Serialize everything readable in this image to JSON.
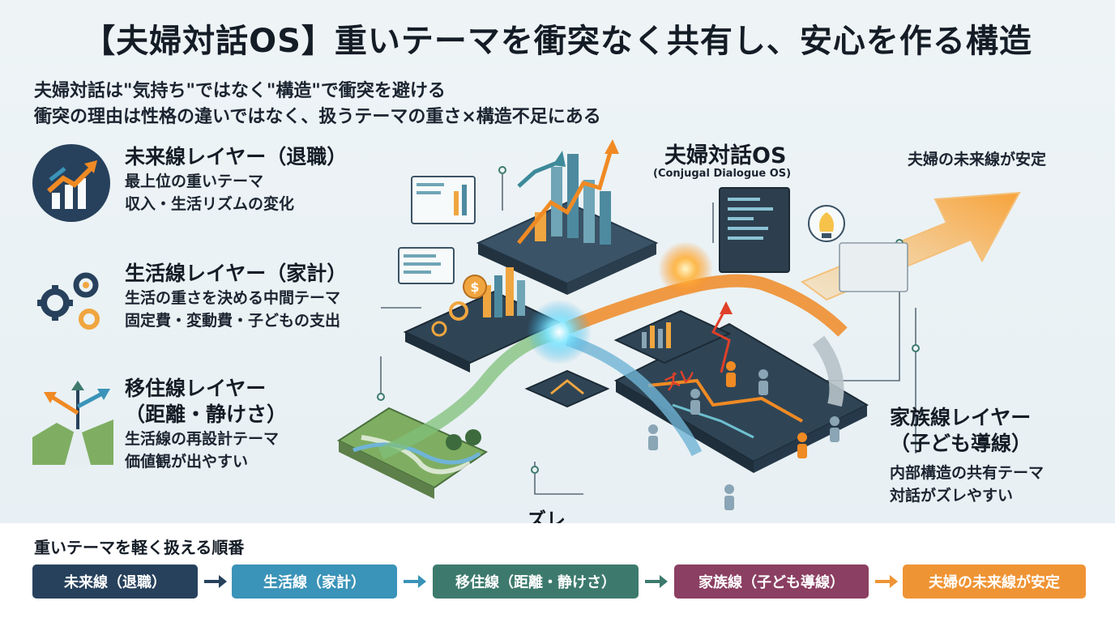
{
  "title": "【夫婦対話OS】重いテーマを衝突なく共有し、安心を作る構造",
  "subtitle_lines": [
    "夫婦対話は\"気持ち\"ではなく\"構造\"で衝突を避ける",
    "衝突の理由は性格の違いではなく、扱うテーマの重さ×構造不足にある"
  ],
  "layers": {
    "future": {
      "title": "未来線レイヤー（退職）",
      "lines": [
        "最上位の重いテーマ",
        "収入・生活リズムの変化"
      ],
      "icon": "growth-chart-icon"
    },
    "life": {
      "title": "生活線レイヤー（家計）",
      "lines": [
        "生活の重さを決める中間テーマ",
        "固定費・変動費・子どもの支出"
      ],
      "icon": "gears-icon"
    },
    "migration": {
      "title_lines": [
        "移住線レイヤー",
        "（距離・静けさ）"
      ],
      "lines": [
        "生活線の再設計テーマ",
        "価値観が出やすい"
      ],
      "icon": "crossroads-icon"
    },
    "family": {
      "title_lines": [
        "家族線レイヤー",
        "（子ども導線）"
      ],
      "lines": [
        "内部構造の共有テーマ",
        "対話がズレやすい"
      ]
    }
  },
  "center": {
    "title": "夫婦対話OS",
    "subtitle": "(Conjugal Dialogue OS)"
  },
  "stable_label": "夫婦の未来線が安定",
  "zure_labels": [
    "ズレ",
    "ズレ"
  ],
  "order": {
    "title": "重いテーマを軽く扱える順番",
    "steps": [
      {
        "label": "未来線（退職）",
        "color": "#27415c"
      },
      {
        "label": "生活線（家計）",
        "color": "#3a93b8"
      },
      {
        "label": "移住線（距離・静けさ）",
        "color": "#3d7a6d"
      },
      {
        "label": "家族線（子ども導線）",
        "color": "#8b3f62"
      },
      {
        "label": "夫婦の未来線が安定",
        "color": "#ef9434"
      }
    ]
  },
  "colors": {
    "navy": "#27415c",
    "teal": "#3a93b8",
    "green": "#3d7a6d",
    "plum": "#8b3f62",
    "orange": "#ef9434",
    "glow": "#ffb03a"
  }
}
